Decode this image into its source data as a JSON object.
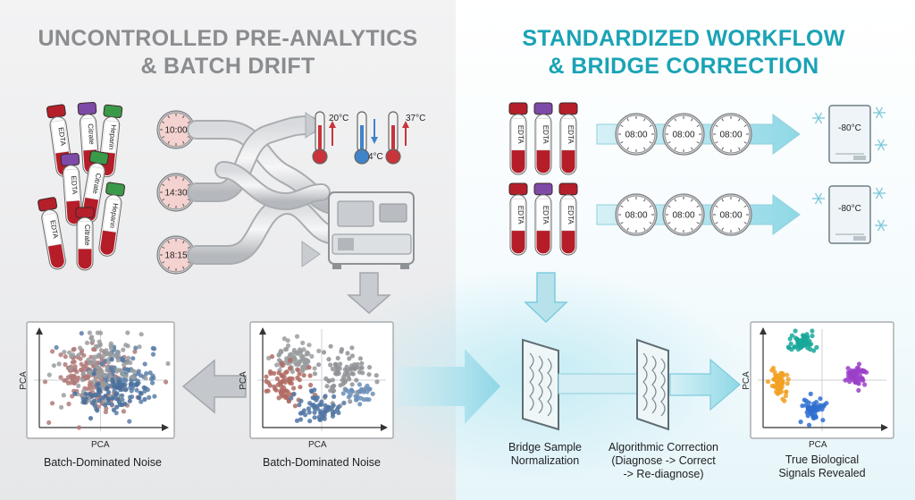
{
  "left": {
    "title_line1": "UNCONTROLLED PRE-ANALYTICS",
    "title_line2": "& BATCH DRIFT",
    "tubes": [
      {
        "label": "EDTA",
        "cap": "#b51f2a"
      },
      {
        "label": "Citrate",
        "cap": "#7d4aa8"
      },
      {
        "label": "Heparin",
        "cap": "#3b9a4a"
      },
      {
        "label": "EDTA",
        "cap": "#7d4aa8"
      },
      {
        "label": "Citrate",
        "cap": "#3b9a4a"
      },
      {
        "label": "EDTA",
        "cap": "#b51f2a"
      },
      {
        "label": "Citrate",
        "cap": "#b51f2a"
      },
      {
        "label": "Heparin",
        "cap": "#3b9a4a"
      }
    ],
    "clock_times": [
      "10:00",
      "14:30",
      "18:15"
    ],
    "temperatures": [
      "20°C",
      "4°C",
      "37°C"
    ],
    "pca_panels": [
      {
        "axis_x": "PCA",
        "axis_y": "PCA",
        "caption": "Batch-Dominated Noise"
      },
      {
        "axis_x": "PCA",
        "axis_y": "PCA",
        "caption": "Batch-Dominated Noise"
      }
    ]
  },
  "right": {
    "title_line1": "STANDARDIZED WORKFLOW",
    "title_line2": "& BRIDGE CORRECTION",
    "tube_rows": [
      [
        {
          "label": "EDTA",
          "cap": "#b51f2a"
        },
        {
          "label": "EDTA",
          "cap": "#7d4aa8"
        },
        {
          "label": "EDTA",
          "cap": "#b51f2a"
        }
      ],
      [
        {
          "label": "EDTA",
          "cap": "#b51f2a"
        },
        {
          "label": "EDTA",
          "cap": "#7d4aa8"
        },
        {
          "label": "EDTA",
          "cap": "#b51f2a"
        }
      ]
    ],
    "clock_time": "08:00",
    "freezer_temp": "-80°C",
    "bridge_caption_1": "Bridge Sample",
    "bridge_caption_2": "Normalization",
    "algo_caption_1": "Algorithmic Correction",
    "algo_caption_2": "(Diagnose -> Correct",
    "algo_caption_3": "-> Re-diagnose)",
    "pca_panel": {
      "axis_x": "PCA",
      "axis_y": "PCA",
      "caption_1": "True Biological",
      "caption_2": "Signals Revealed"
    }
  },
  "colors": {
    "left_title": "#8a8c8f",
    "right_title": "#1aa3b5",
    "arrow_grey": "#b9bcc0",
    "arrow_cyan": "#9fdde8",
    "cluster_teal": "#17a89a",
    "cluster_orange": "#f2a022",
    "cluster_blue": "#2f6fd0",
    "cluster_purple": "#9a3fc8"
  }
}
